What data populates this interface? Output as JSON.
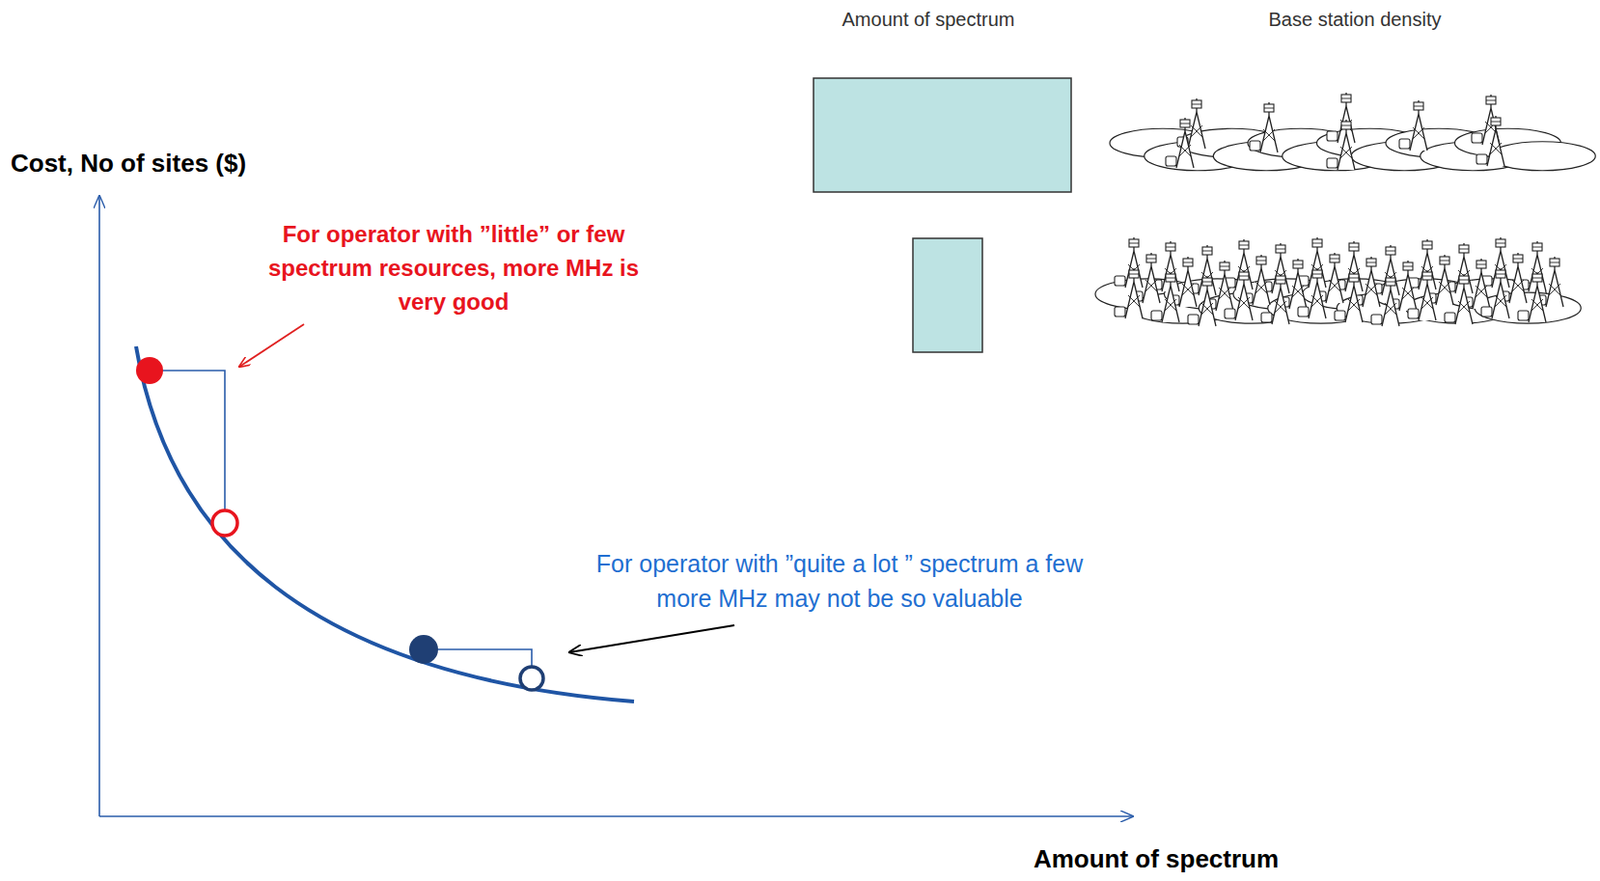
{
  "diagram": {
    "labels": [
      "Amount of spectrum",
      "Base station density",
      "Cost, No of sites ($)",
      "For operator with ”little” or few spectrum resources, more MHz is very good",
      "For operator with ”quite a lot ” spectrum a few more MHz may not be so valuable",
      "Amount of spectrum"
    ]
  }
}
